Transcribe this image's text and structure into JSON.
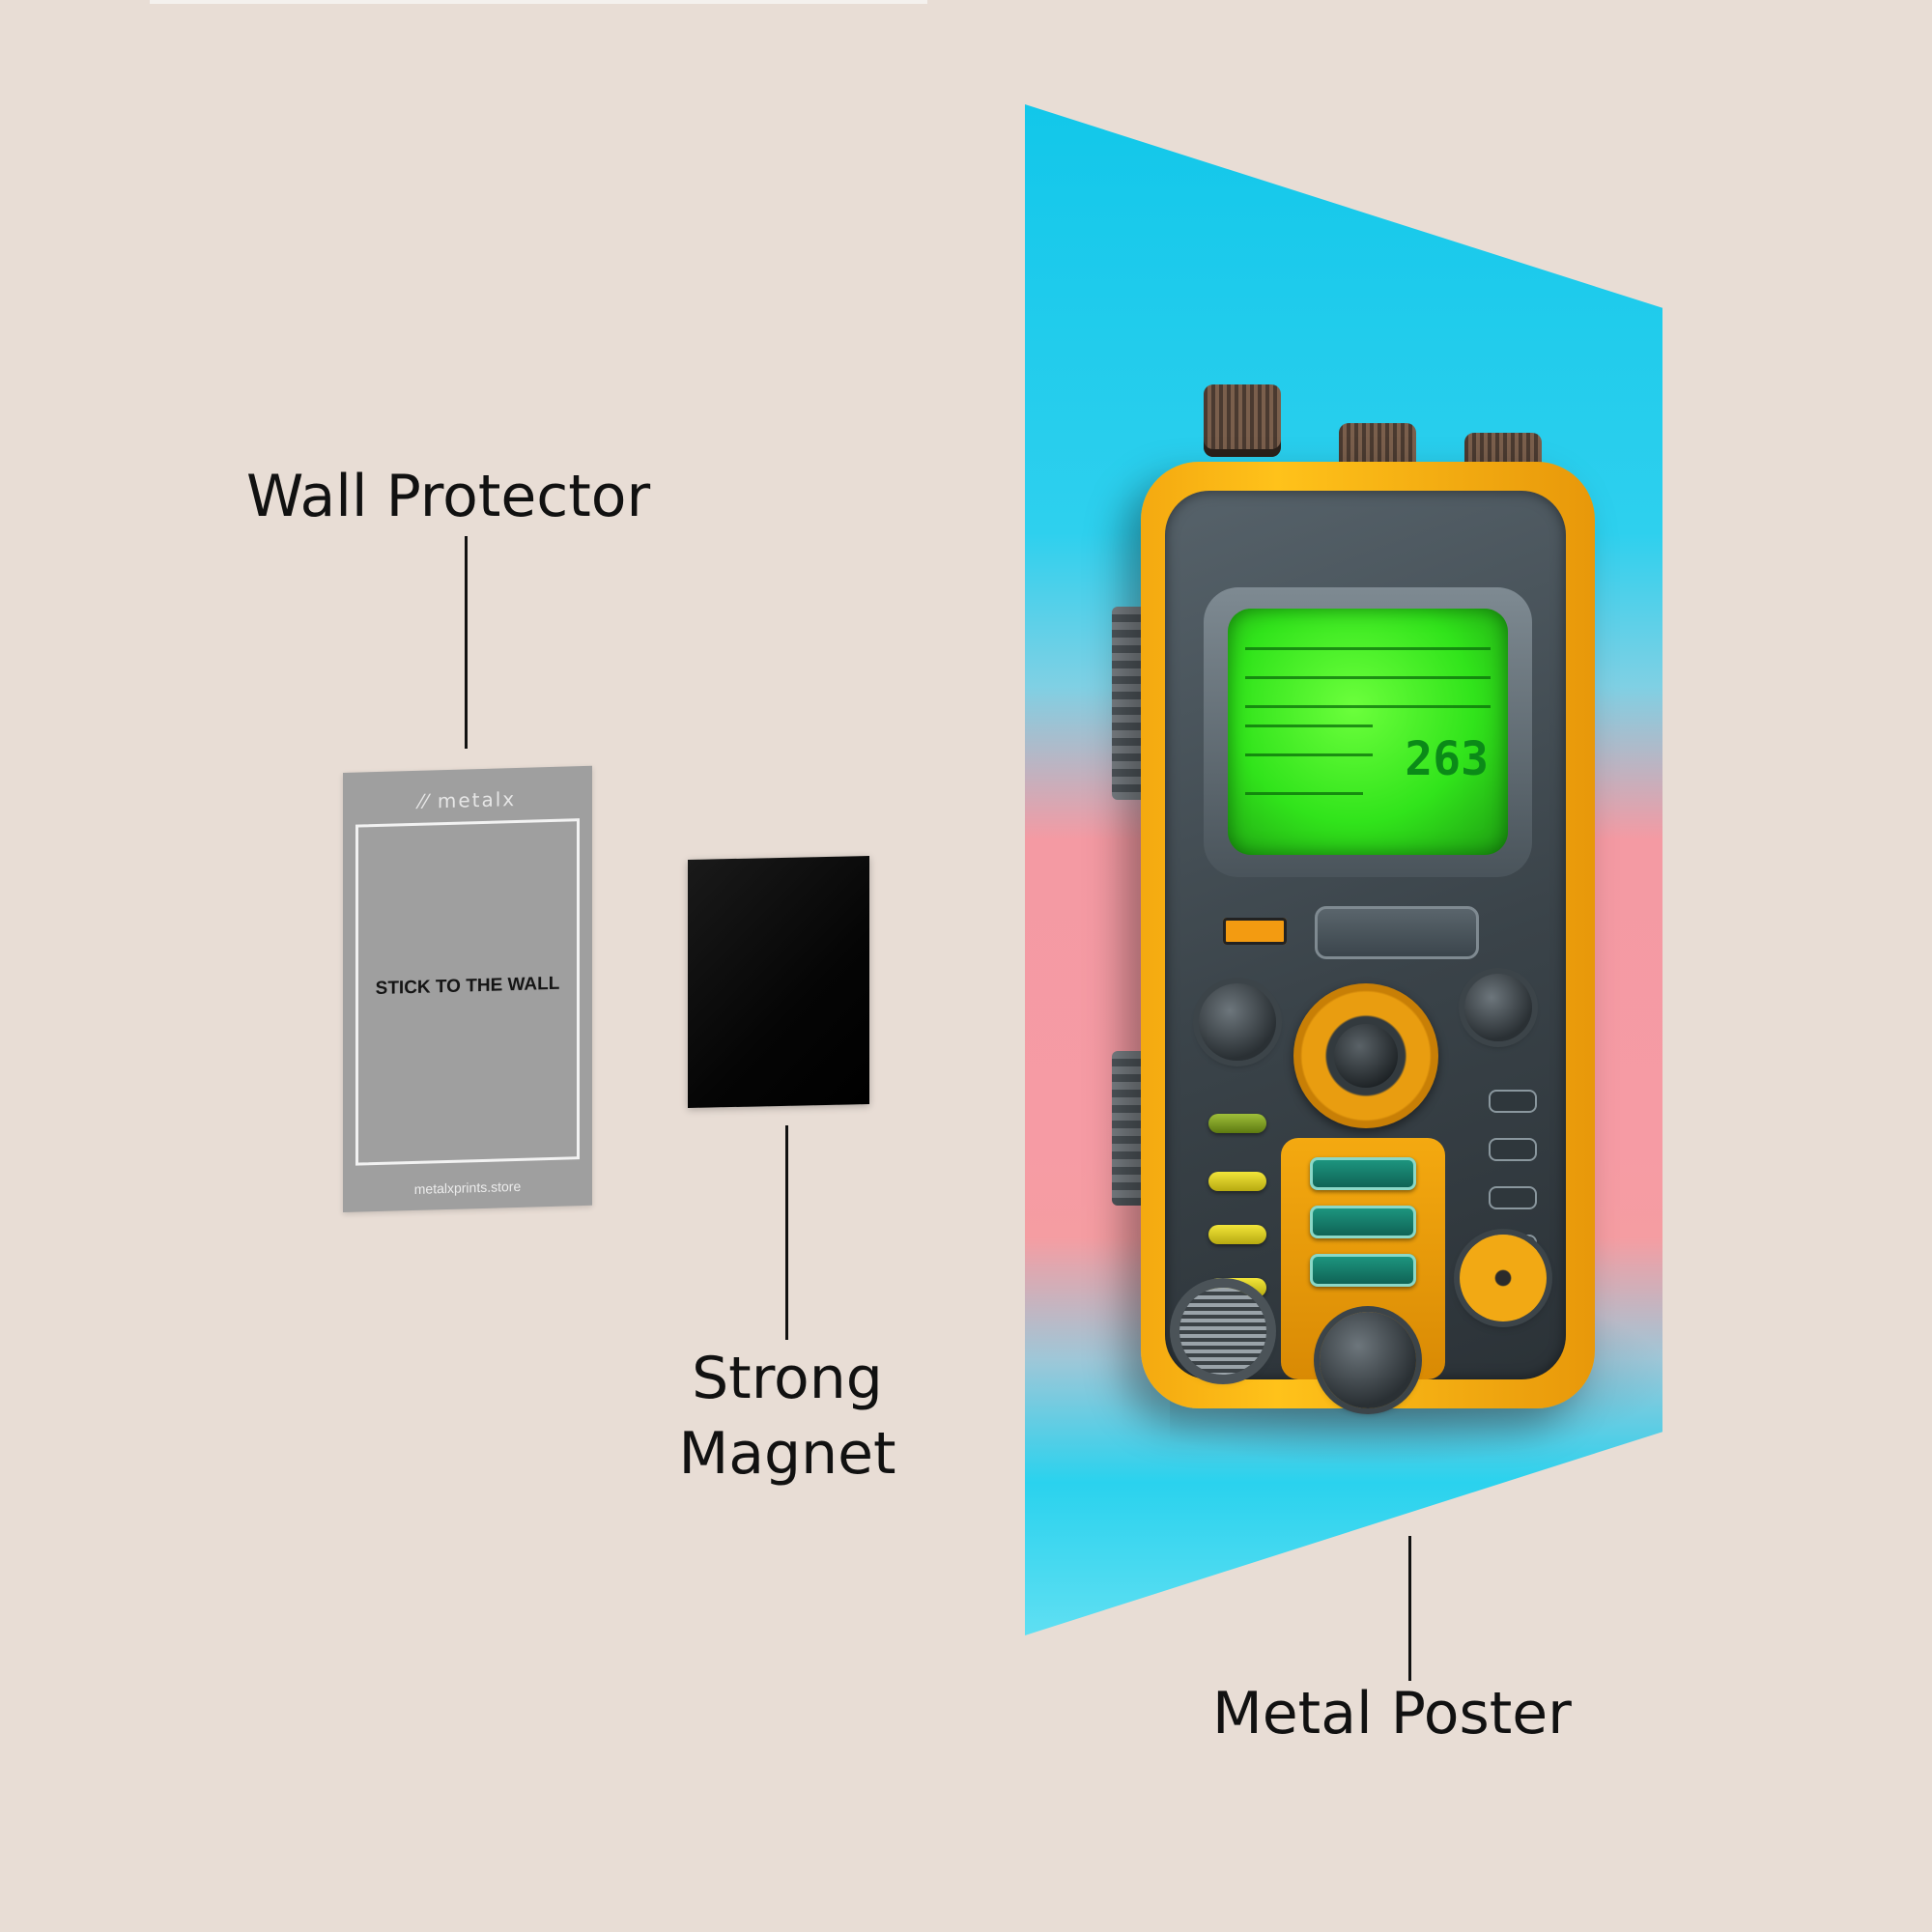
{
  "labels": {
    "wall_protector": "Wall Protector",
    "magnet_line1": "Strong",
    "magnet_line2": "Magnet",
    "metal_poster": "Metal Poster"
  },
  "protector_card": {
    "brand": "⁄⁄ metalx",
    "instruction": "STICK TO THE WALL",
    "url": "metalxprints.store"
  },
  "poster_screen": {
    "digits": "263"
  },
  "colors": {
    "background": "#e8ddd5",
    "protector": "#9f9f9f",
    "magnet": "#000000",
    "poster_cyan": "#12c7ea",
    "poster_pink": "#f49aa3",
    "device_yellow": "#ffc21a",
    "screen_green": "#31e41b"
  }
}
